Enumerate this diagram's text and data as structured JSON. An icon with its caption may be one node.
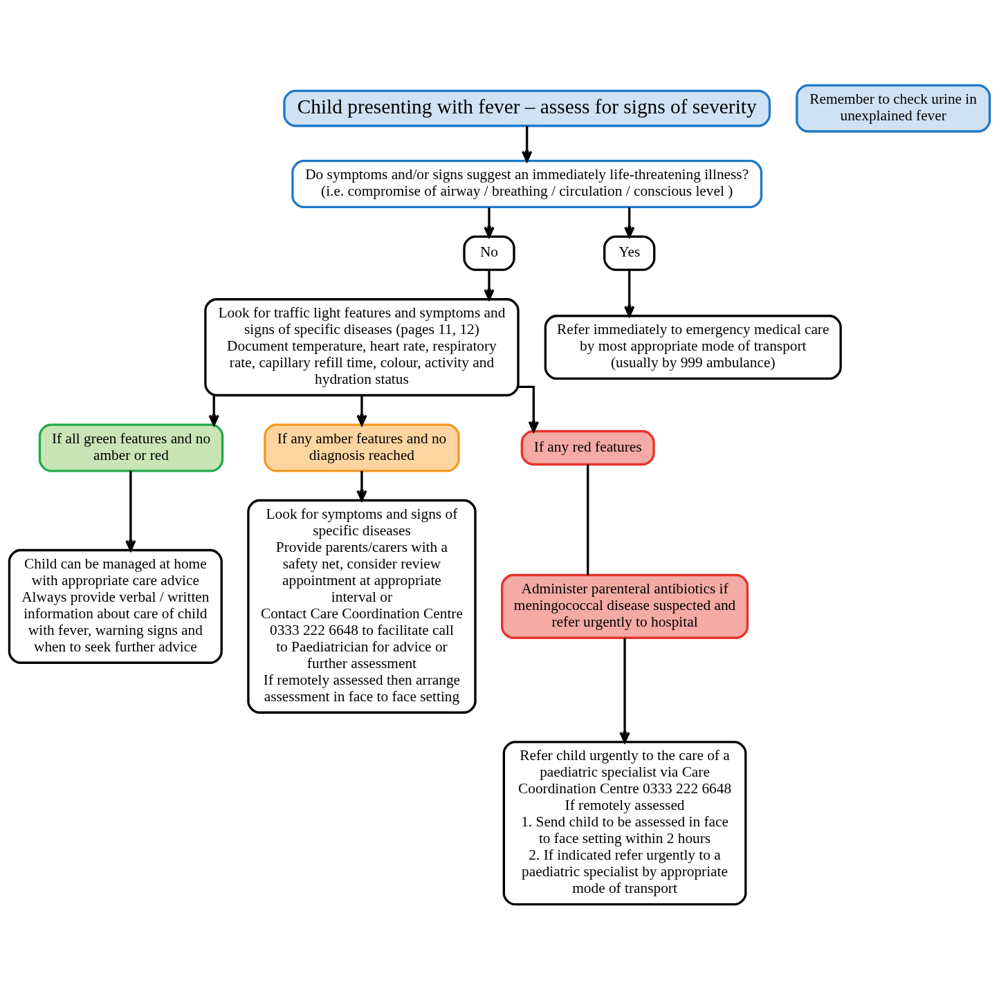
{
  "diagram": {
    "nodes": [
      {
        "text": [
          "Child presenting with fever – assess for signs of severity"
        ]
      },
      {
        "text": [
          "Do symptoms and/or signs suggest an immediately life-threatening illness?",
          "(i.e. compromise of airway / breathing / circulation / conscious level )"
        ]
      },
      {
        "text": [
          "No"
        ]
      },
      {
        "text": [
          "Yes"
        ]
      },
      {
        "text": [
          "Look for traffic light features and symptoms and signs of specific diseases (pages 11, 12)",
          "Document temperature, heart rate, respiratory rate, capillary refill time, colour, activity and hydration status"
        ]
      },
      {
        "text": [
          "Refer immediately to emergency medical care by most appropriate mode of transport",
          "(usually by 999 ambulance)"
        ]
      },
      {
        "text": [
          "If all green features and no amber or red"
        ]
      },
      {
        "text": [
          "If any amber features and no diagnosis reached"
        ]
      },
      {
        "text": [
          "If any red features"
        ]
      },
      {
        "text": [
          "Child can be managed at home with appropriate care advice",
          "Always provide verbal / written information about care of child with fever, warning signs and when to seek further advice"
        ]
      },
      {
        "text": [
          "Look for symptoms and signs of specific diseases",
          "Provide parents/carers with a safety net, consider review appointment at appropriate interval or",
          "Contact Care Coordination Centre 0333 222 6648 to facilitate call to Paediatrician for advice or further assessment",
          "If remotely assessed then arrange assessment in face to face setting"
        ]
      },
      {
        "text": [
          "Administer parenteral antibiotics if meningococcal disease suspected and refer urgently to hospital"
        ]
      },
      {
        "text": [
          "Refer child urgently to the care of a paediatric specialist via Care Coordination Centre 0333 222 6648",
          "If remotely assessed",
          "1. Send child to be assessed in face to face setting within 2 hours",
          "2. If indicated refer urgently to a paediatric specialist by appropriate mode of transport"
        ]
      },
      {
        "text": [
          "Remember to check urine in unexplained fever"
        ]
      }
    ],
    "edges": [
      {
        "from": 0,
        "to": 1,
        "arrow": "to"
      },
      {
        "from": 1,
        "to": 2,
        "arrow": "to"
      },
      {
        "from": 1,
        "to": 3,
        "arrow": "to"
      },
      {
        "from": 2,
        "to": 4,
        "arrow": "to"
      },
      {
        "from": 3,
        "to": 5,
        "arrow": "to"
      },
      {
        "from": 4,
        "to": 6,
        "arrow": "to"
      },
      {
        "from": 4,
        "to": 7,
        "arrow": "to"
      },
      {
        "from": 4,
        "to": 8,
        "arrow": "to"
      },
      {
        "from": 6,
        "to": 9,
        "arrow": "to"
      },
      {
        "from": 7,
        "to": 10,
        "arrow": "to"
      },
      {
        "from": 8,
        "to": 11,
        "arrow": "none"
      },
      {
        "from": 11,
        "to": 12,
        "arrow": "to"
      }
    ]
  }
}
